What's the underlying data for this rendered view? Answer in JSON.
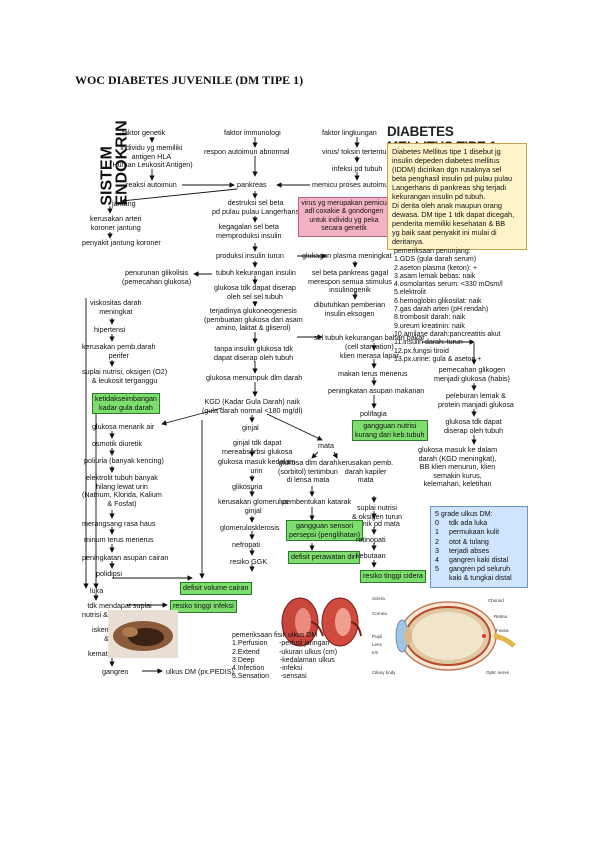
{
  "title": "WOC DIABETES JUVENILE (DM TIPE 1)",
  "side_label": "SISTEM\nENDOKRIN",
  "info": {
    "title": "DIABETES MELLITUS TIPE 1",
    "body": "Diabetes Mellitus tipe 1 disebut jg\ninsulin depeden diabetes mellitus\n(IDDM) dicirikan dgn rusaknya sel\nbeta penghasil insulin pd pulau pulau\nLangerhans di pankreas shg terjadi\nkekurangan insulin pd tubuh.\nDi derita oleh anak maupun orang\ndewasa. DM tipe 1 tdk dapat dicegah,\npenderita memiliki kesehatan & BB\nyg baik saat penyakit ini mulai di\nderitanya."
  },
  "pink_box": "virus yg merupakan\npemicu adl coxakie\n& gondongen untuk\nindividu yg peka secara\ngenetik",
  "lab_list": "pemeriksaan penunjang:\n1.GDS (gula darah serum)\n2.aseton plasma (keton): +\n3.asam lemak bebas: naik\n4.osmolaritas serum: <330 mOsm/l\n5.elektrolit\n6.hemoglobin glikosilat: naik\n7.gas darah arteri (pH rendah)\n8.trombosit darah: naik\n9.ureum kreatinin: naik\n10.amilase darah:pancreatitis akut\n11.insulin darah: turun\n12.px.fungsi tiroid\n13.px.urine: gula & aseton +",
  "grade": {
    "title": "5 grade ulkus DM:",
    "rows": [
      {
        "num": "0",
        "text": "tdk ada luka"
      },
      {
        "num": "1",
        "text": "permukaan kulit"
      },
      {
        "num": "2",
        "text": "otot & tulang"
      },
      {
        "num": "3",
        "text": "terjadi abses"
      },
      {
        "num": "4",
        "text": "gangren kaki distal"
      },
      {
        "num": "5",
        "text": "gangren pd seluruh\nkaki & tungkai distal"
      }
    ]
  },
  "exam": "pemeriksaan fisik ulkus DM\n1.Perfusion      -perfusi jaringan\n2.Extend          -ukuran ulkus (cm)\n3.Deep             -kedalaman ulkus\n4.Infection        -infeksi\n5.Sensation      -sensasi",
  "eye_labels": [
    "Sclera",
    "Cornea",
    "Pupil",
    "Lens",
    "Iris",
    "Ciliary body",
    "Choroid",
    "Retina",
    "Fovea",
    "Optic nerve"
  ],
  "nodes": {
    "faktor_genetik": "faktor genetik",
    "faktor_imun": "faktor immunologi",
    "faktor_ling": "faktor lingkungan",
    "individu": "individu yg memiliki\nantigen HLA\n(Human Leukosit Antigen)",
    "respon": "respon autoimun abnormal",
    "virus": "virus/ toksin tertentu",
    "infeksi": "infeksi pd tubuh",
    "reaksi": "reaksi autoimun",
    "pankreas": "pankreas",
    "memicu": "memicu proses autoimun",
    "destruksi": "destruksi sel beta\npd pulau pulau Langerhans",
    "jantung": "jantung",
    "kerusakan_arteri": "kerusakan arteri\nkoroner jantung",
    "pjk": "penyakit jantung koroner",
    "kegagalan": "kegagalan sel beta\nmemproduksi insulin",
    "produksi": "produksi insulin turun",
    "glukagon": "glukagon plasma meningkat",
    "penurunan_gli": "penurunan glikolisis\n(pemecahan glukosa)",
    "tubuh_kurang": "tubuh kekurangan insulin",
    "sel_beta_gagal": "sel beta pankreas gagal\nmerespon semua stimulus\ninsulinogenik",
    "glukosa_tdk": "glukosa tdk dapat diserap\noleh sel sel tubuh",
    "viskositas": "viskositas darah\nmeningkat",
    "dibutuhkan": "dibutuhkan pemberian\ninsulin eksogen",
    "hipertensi": "hipertensi",
    "glukoneogenesis": "terjadinya glukoneogenesis\n(pembuatan glukosa dari asam\namino, laktat & gliserol)",
    "kerusakan_pemb": "kerusakan pemb.darah\nperifer",
    "tanpa_insulin": "tanpa insulin glukosa tdk\ndapat diserap oleh tubuh",
    "sel_kurang": "sel tubuh kekurangan bahan bakar\n(cell starvation)",
    "suplai": "suplai nutrisi, oksigen (O2)\n& leukosit terganggu",
    "glukosa_menumpuk": "glukosa menumpuk dlm darah",
    "klien_lapar": "klien merasa lapar",
    "pemecahan_glikogen": "pemecahan glikogen\nmenjadi glukosa (habis)",
    "ketidak": "ketidakseimbangan\nkadar gula darah",
    "kgd": "KGD (Kadar Gula Darah) naik\n(gula darah normal <180 mg/dl)",
    "makan": "makan terus menerus",
    "peleburan": "peleburan lemak &\nprotein manjadi glukosa",
    "menarik": "glukosa menarik air",
    "ginjal": "ginjal",
    "peningkatan_asupan": "peningkatan asupan makanan",
    "polifagia": "polifagia",
    "gg_nutrisi": "gangguan nutrisi\nkurang dari keb.tubuh",
    "osmotik": "osmotik diuretik",
    "ginjal_tdk": "ginjal tdk dapat\nmereabsorbsi glukosa",
    "mata": "mata",
    "glukosa_tdk2": "glukosa tdk dapat\ndiserap oleh tubuh",
    "poliuria": "poliuria (banyak kencing)",
    "glukosa_masuk_urin": "glukosa masuk kedalam\nurin",
    "glukosa_dlm_darah": "glukosa dlm darah\n(sorbitol) tertimbun\ndi lensa mata",
    "kerusakan_kapiler": "kerusakan pemb.\ndarah kapiler\nmata",
    "glukosa_masuk_darah": "glukosa masuk ke dalam\ndarah (KGD meningkat),\nBB klien menurun, klien\nsemakin kurus,\nkelemahan, keletihan",
    "elektrolit": "elektrolit tubuh banyak\nhilang lewat urin\n(Natrium, Klorida, Kalium\n& Fosfat)",
    "glikosuria": "glikosuria",
    "pembentukan": "pembentukan katarak",
    "suplai2": "suplai nutrisi\n& oksigen turun",
    "merangsang": "merangsang rasa haus",
    "kerusakan_glom": "kerusakan glomerulus\nginjal",
    "iskemik_mata": "iskemik pd mata",
    "minum": "minum terus menerus",
    "gg_sensori": "gangguan sensori\npersepsi (penglihatan)",
    "retinopati": "retinopati",
    "glomerulosklerosis": "glomerulosklerosis",
    "peningkatan_cairan": "peningkatan asupan cairan",
    "defisit_perawatan": "defisit perawatan diri",
    "kebutaan": "kebutaan",
    "nefropati": "nefropati",
    "polidipsi": "polidipsi",
    "resiko_cidera": "resiko tinggi cidera",
    "resiko_ggk": "resiko GGK",
    "luka": "luka",
    "defisit_volume": "defisit volume cairan",
    "tdk_mendapat": "tdk mendapat suplai\nnutrisi & leukosit yg ckp",
    "resiko_infeksi": "resiko tinggi infeksi",
    "iskemik_jaringan": "iskemik jaringan\n& infeksi",
    "kematian": "kematian jaringan",
    "gangren": "gangren",
    "ulkus": "ulkus DM (px.PEDIS)"
  }
}
